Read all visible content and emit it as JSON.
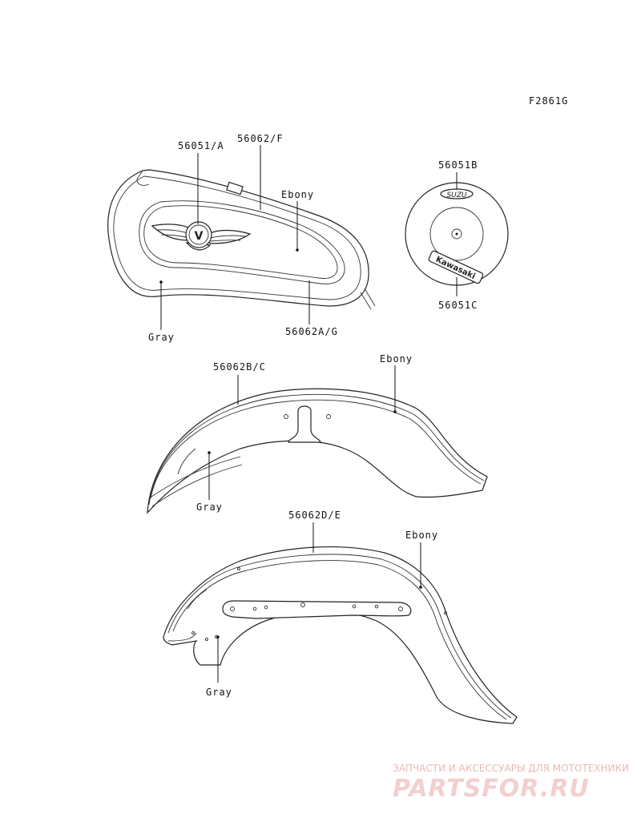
{
  "figure_code": "F2861G",
  "labels": {
    "tank_emblem": "56051/A",
    "tank_stripe_upper": "56062/F",
    "tank_ebony": "Ebony",
    "tank_gray": "Gray",
    "tank_stripe_lower": "56062A/G",
    "disc_top": "56051B",
    "disc_bottom": "56051C",
    "front_fender_part": "56062B/C",
    "front_fender_ebony": "Ebony",
    "front_fender_gray": "Gray",
    "rear_fender_part": "56062D/E",
    "rear_fender_ebony": "Ebony",
    "rear_fender_gray": "Gray"
  },
  "emblem": {
    "disc_badge_text": "SUZU",
    "disc_logo_text": "Kawasaki",
    "tank_badge_letter": "V"
  },
  "watermark": {
    "tagline": "ЗАПЧАСТИ И АКСЕССУАРЫ ДЛЯ МОТОТЕХНИКИ",
    "brand": "PARTSFOR.RU"
  }
}
